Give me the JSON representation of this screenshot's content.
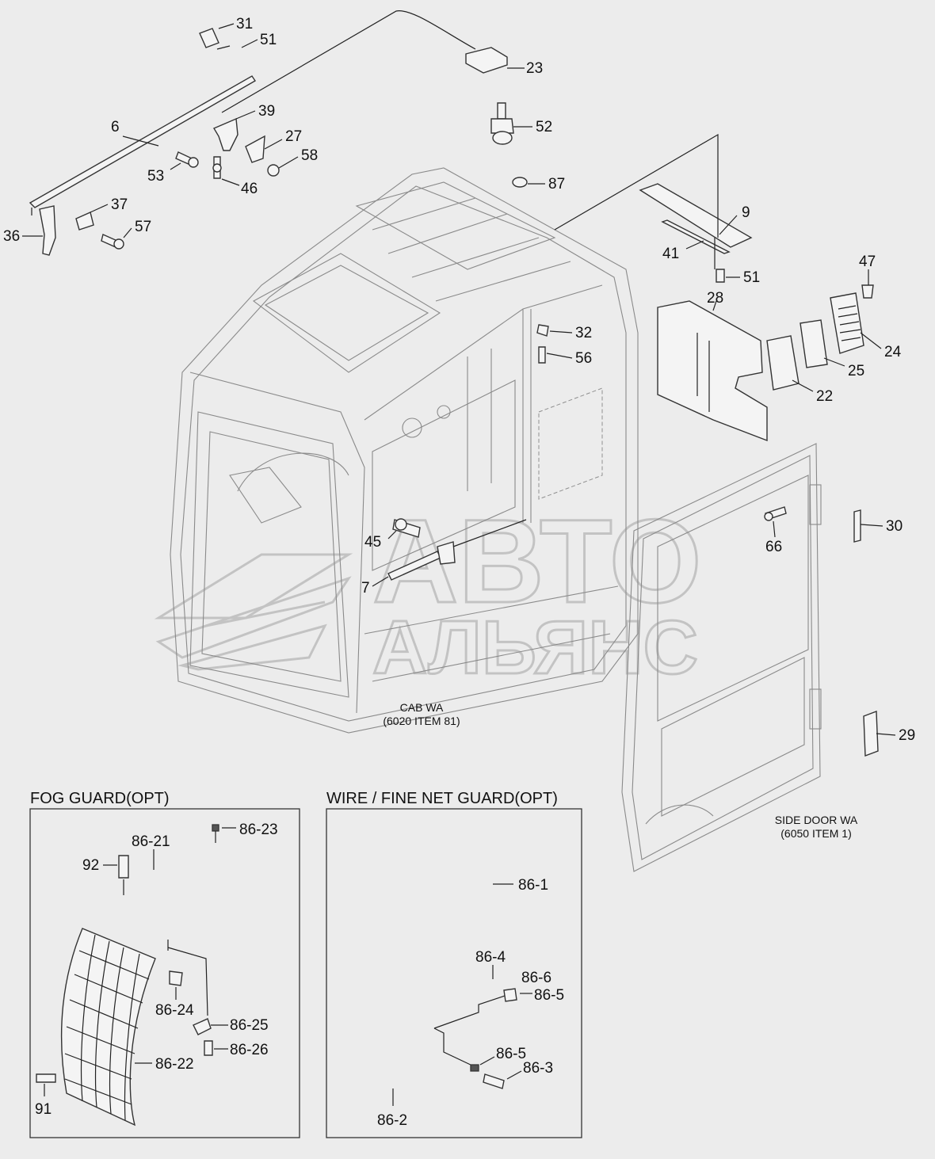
{
  "labels": {
    "p31": "31",
    "p51a": "51",
    "p23": "23",
    "p52": "52",
    "p39": "39",
    "p6": "6",
    "p27": "27",
    "p58": "58",
    "p53": "53",
    "p46": "46",
    "p87": "87",
    "p37": "37",
    "p57": "57",
    "p36": "36",
    "p9": "9",
    "p41": "41",
    "p51b": "51",
    "p47": "47",
    "p28": "28",
    "p32": "32",
    "p56": "56",
    "p24": "24",
    "p25": "25",
    "p22": "22",
    "p30": "30",
    "p66": "66",
    "p45": "45",
    "p7": "7",
    "p29": "29",
    "p86_23": "86-23",
    "p86_21": "86-21",
    "p92": "92",
    "p86_24": "86-24",
    "p86_25": "86-25",
    "p86_26": "86-26",
    "p86_22": "86-22",
    "p91": "91",
    "p86_1": "86-1",
    "p86_4": "86-4",
    "p86_6": "86-6",
    "p86_5a": "86-5",
    "p86_5b": "86-5",
    "p86_3": "86-3",
    "p86_2": "86-2"
  },
  "captions": {
    "cab_line1": "CAB WA",
    "cab_line2": "(6020 ITEM 81)",
    "door_line1": "SIDE DOOR WA",
    "door_line2": "(6050 ITEM 1)"
  },
  "sections": {
    "fog_guard_title": "FOG GUARD(OPT)",
    "wire_guard_title": "WIRE / FINE NET GUARD(OPT)"
  },
  "watermark": {
    "line1": "АВТО",
    "line2": "АЛЬЯНС"
  }
}
